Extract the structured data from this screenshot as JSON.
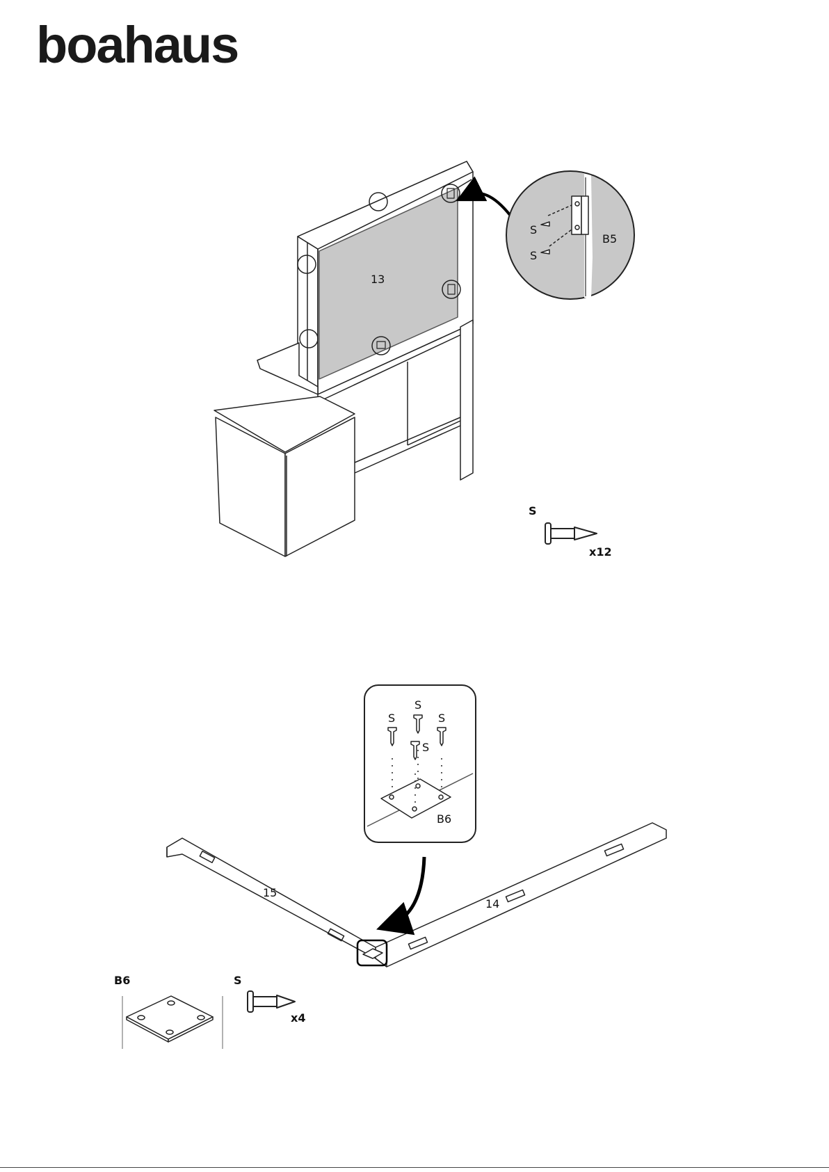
{
  "brand": {
    "name": "boahaus"
  },
  "step1": {
    "panel_label": "13",
    "detail": {
      "screw_a": "S",
      "screw_b": "S",
      "bracket": "B5"
    },
    "hardware": {
      "code": "S",
      "qty": "x12"
    }
  },
  "step2": {
    "board_left": "15",
    "board_right": "14",
    "detail": {
      "s1": "S",
      "s2": "S",
      "s3": "S",
      "s4": "S",
      "plate": "B6"
    },
    "hardware": {
      "plate_code": "B6",
      "screw_code": "S",
      "qty": "x4"
    }
  }
}
